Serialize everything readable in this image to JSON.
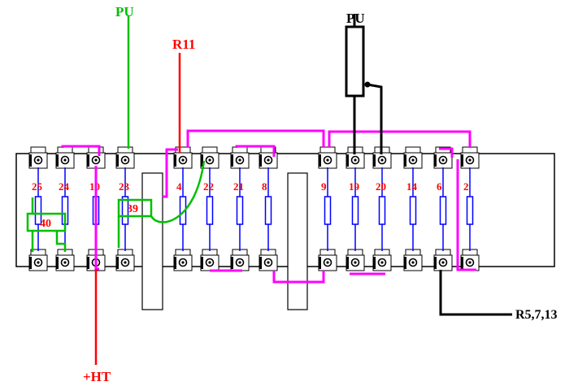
{
  "labels": {
    "pu_green": "PU",
    "r11": "R11",
    "pu_pot": "PU",
    "ht": "+HT",
    "r5713": "R5,7,13"
  },
  "columns": [
    {
      "id": "25",
      "label": "25"
    },
    {
      "id": "24",
      "label": "24"
    },
    {
      "id": "10",
      "label": "10"
    },
    {
      "id": "23",
      "label": "23"
    },
    {
      "id": "4",
      "label": "4"
    },
    {
      "id": "22",
      "label": "22"
    },
    {
      "id": "21",
      "label": "21"
    },
    {
      "id": "8",
      "label": "8"
    },
    {
      "id": "9",
      "label": "9"
    },
    {
      "id": "19",
      "label": "19"
    },
    {
      "id": "20",
      "label": "20"
    },
    {
      "id": "14",
      "label": "14"
    },
    {
      "id": "6",
      "label": "6"
    },
    {
      "id": "2",
      "label": "2"
    }
  ],
  "extra_resistors": [
    {
      "id": "40",
      "label": "40"
    },
    {
      "id": "39",
      "label": "39"
    }
  ],
  "colors": {
    "red": "#ff0000",
    "green": "#00c000",
    "magenta": "#ff00ff",
    "blue": "#0000ff",
    "black": "#000000"
  }
}
